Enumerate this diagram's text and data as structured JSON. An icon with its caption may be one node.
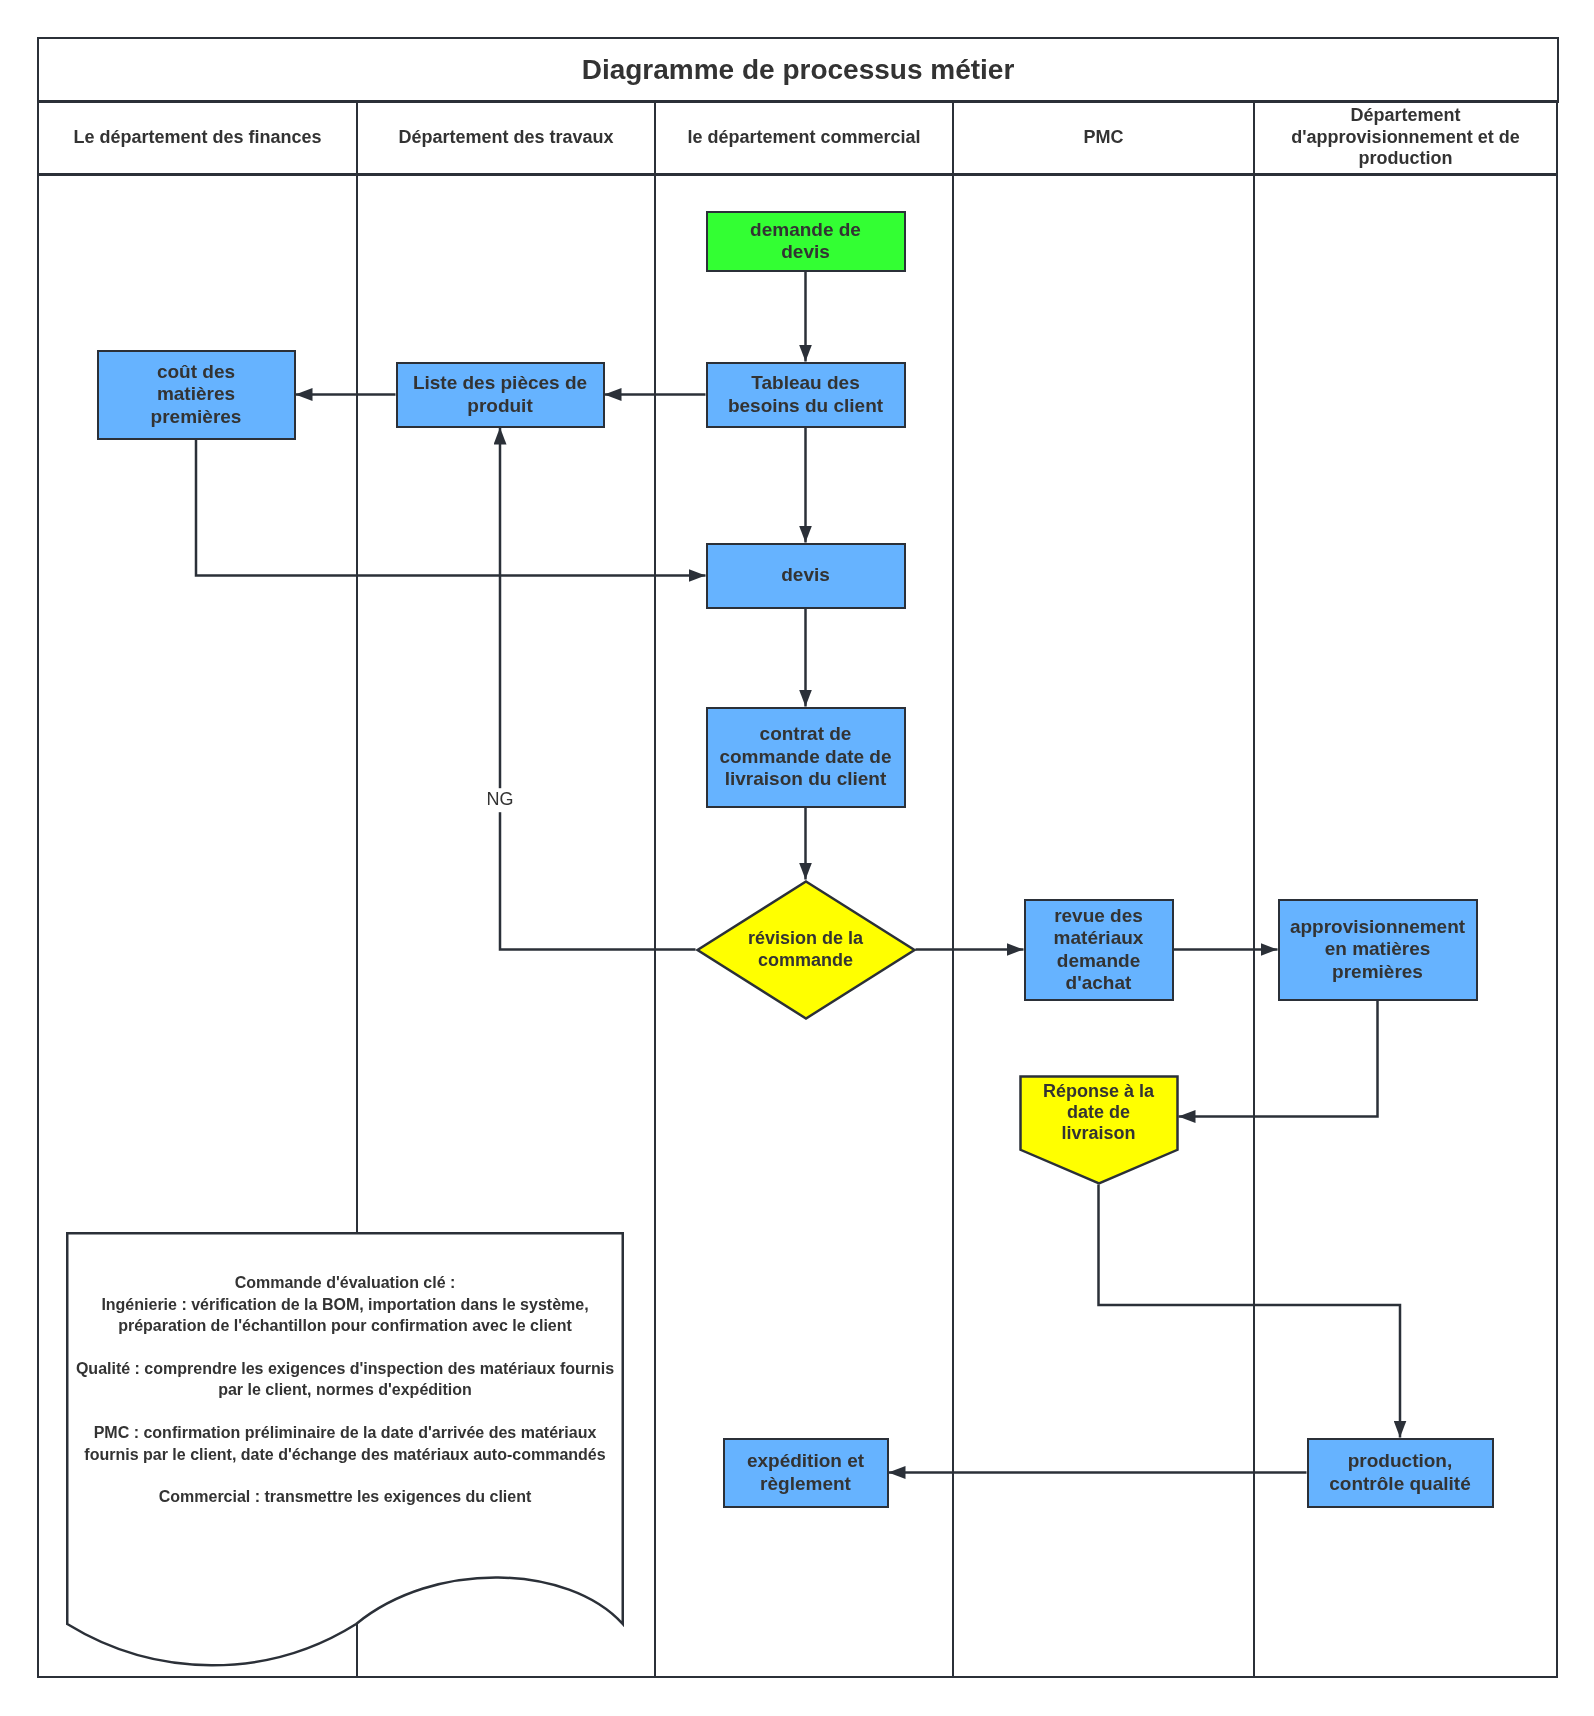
{
  "diagram": {
    "title": "Diagramme de processus métier",
    "nodes": [
      {
        "text": [
          "Le département des finances"
        ]
      },
      {
        "text": [
          "Département des travaux"
        ]
      },
      {
        "text": [
          "le département commercial"
        ]
      },
      {
        "text": [
          "PMC"
        ]
      },
      {
        "text": [
          "Département d'approvisionnement et de production"
        ]
      },
      {
        "text": [
          "demande de devis"
        ],
        "in": 2
      },
      {
        "text": [
          "coût des matières premières"
        ],
        "in": 0
      },
      {
        "text": [
          "Liste des pièces de produit"
        ],
        "in": 1
      },
      {
        "text": [
          "Tableau des besoins du client"
        ],
        "in": 2
      },
      {
        "text": [
          "devis"
        ],
        "in": 2
      },
      {
        "text": [
          "contrat de commande date de livraison du client"
        ],
        "in": 2
      },
      {
        "text": [
          "révision de la commande"
        ],
        "in": 2
      },
      {
        "text": [
          "revue des matériaux demande d'achat"
        ],
        "in": 3
      },
      {
        "text": [
          "approvisionnement en matières premières"
        ],
        "in": 4
      },
      {
        "text": [
          "Réponse à la date de livraison"
        ],
        "in": 3
      },
      {
        "text": [
          "Commande d'évaluation clé :",
          "Ingénierie : vérification de la BOM, importation dans le système, préparation de l'échantillon pour confirmation avec le client",
          "Qualité : comprendre les exigences d'inspection des matériaux fournis par le client, normes d'expédition",
          "PMC : confirmation préliminaire de la date d'arrivée des matériaux fournis par le client, date d'échange des matériaux auto-commandés",
          "Commercial : transmettre les exigences du client"
        ]
      },
      {
        "text": [
          "expédition et règlement"
        ],
        "in": 2
      },
      {
        "text": [
          "production, contrôle qualité"
        ],
        "in": 4
      }
    ],
    "edges": [
      {
        "from": 5,
        "to": 8,
        "arrow": "to"
      },
      {
        "from": 8,
        "to": 7,
        "arrow": "to"
      },
      {
        "from": 7,
        "to": 6,
        "arrow": "to"
      },
      {
        "from": 8,
        "to": 9,
        "arrow": "to"
      },
      {
        "from": 6,
        "to": 9,
        "arrow": "to"
      },
      {
        "from": 9,
        "to": 10,
        "arrow": "to"
      },
      {
        "from": 10,
        "to": 11,
        "arrow": "to"
      },
      {
        "from": 11,
        "to": 7,
        "arrow": "to",
        "label": "NG"
      },
      {
        "from": 11,
        "to": 12,
        "arrow": "to"
      },
      {
        "from": 12,
        "to": 13,
        "arrow": "to"
      },
      {
        "from": 13,
        "to": 14,
        "arrow": "to"
      },
      {
        "from": 14,
        "to": 17,
        "arrow": "to"
      },
      {
        "from": 17,
        "to": 16,
        "arrow": "to"
      }
    ]
  }
}
